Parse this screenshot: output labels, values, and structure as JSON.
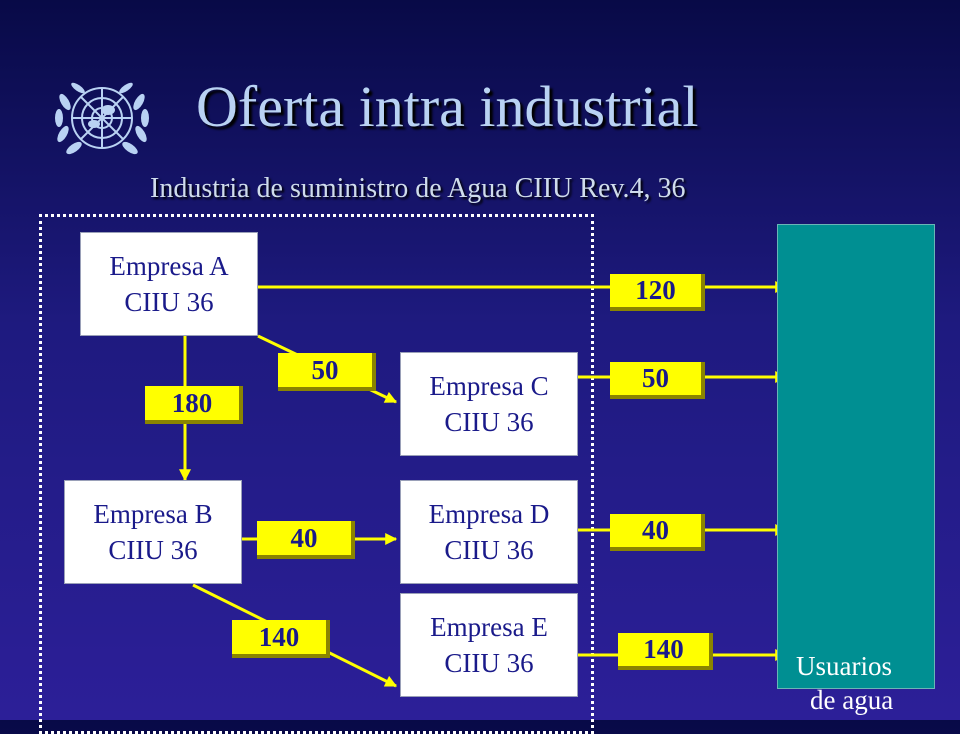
{
  "title": "Oferta intra industrial",
  "subtitle": "Industria de suministro  de Agua CIIU Rev.4, 36",
  "logo": {
    "icon": "un-emblem-icon"
  },
  "colors": {
    "arrow": "#ffff00",
    "badge": "#ffff00",
    "users_box": "#008f92",
    "text": "#1a1a8a"
  },
  "nodes": {
    "empresa_a": {
      "name": "Empresa A",
      "code": "CIIU 36"
    },
    "empresa_b": {
      "name": "Empresa B",
      "code": "CIIU 36"
    },
    "empresa_c": {
      "name": "Empresa C",
      "code": "CIIU 36"
    },
    "empresa_d": {
      "name": "Empresa D",
      "code": "CIIU 36"
    },
    "empresa_e": {
      "name": "Empresa E",
      "code": "CIIU 36"
    },
    "usuarios": {
      "line1": "Usuarios",
      "line2": "de agua"
    }
  },
  "flows": {
    "a_to_usuarios": "120",
    "a_to_c": "50",
    "a_to_b": "180",
    "c_to_usuarios": "50",
    "b_to_d": "40",
    "d_to_usuarios": "40",
    "b_to_e": "140",
    "e_to_usuarios": "140"
  }
}
